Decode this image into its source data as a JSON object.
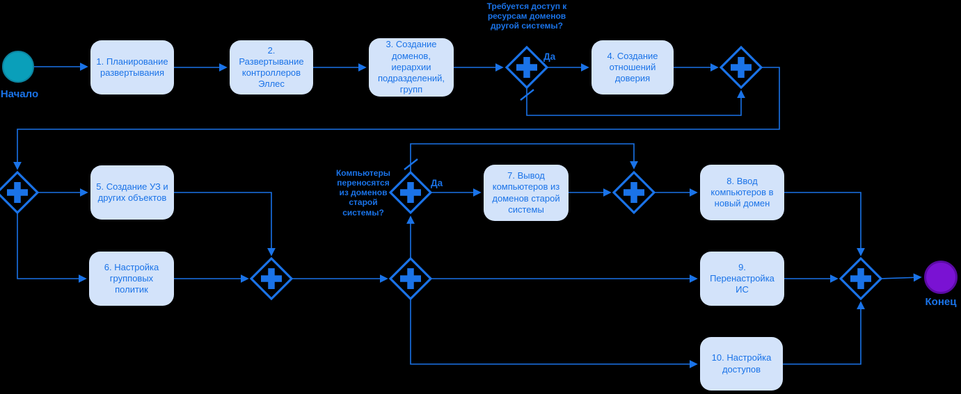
{
  "colors": {
    "accent_blue": "#1a73e8",
    "task_fill": "#d3e3fa",
    "start_event_fill": "#0a9fba",
    "end_event_fill": "#7a12d3",
    "background": "#000000"
  },
  "events": {
    "start": {
      "label": "Начало"
    },
    "end": {
      "label": "Конец"
    }
  },
  "tasks": [
    {
      "label": "1. Планирование развертывания"
    },
    {
      "label": "2. Развертывание контроллеров Эллес"
    },
    {
      "label": "3. Создание доменов, иерархии подразделений, групп"
    },
    {
      "label": "4. Создание отношений доверия"
    },
    {
      "label": "5. Создание УЗ и других объектов"
    },
    {
      "label": "6. Настройка групповых политик"
    },
    {
      "label": "7. Вывод компьютеров из доменов старой системы"
    },
    {
      "label": "8. Ввод компьютеров в новый домен"
    },
    {
      "label": "9. Перенастройка ИС"
    },
    {
      "label": "10. Настройка доступов"
    }
  ],
  "decisions": [
    {
      "question": "Требуется доступ к ресурсам доменов другой системы?",
      "yes_label": "Да"
    },
    {
      "question": "Компьютеры переносятся из доменов старой системы?",
      "yes_label": "Да"
    }
  ]
}
